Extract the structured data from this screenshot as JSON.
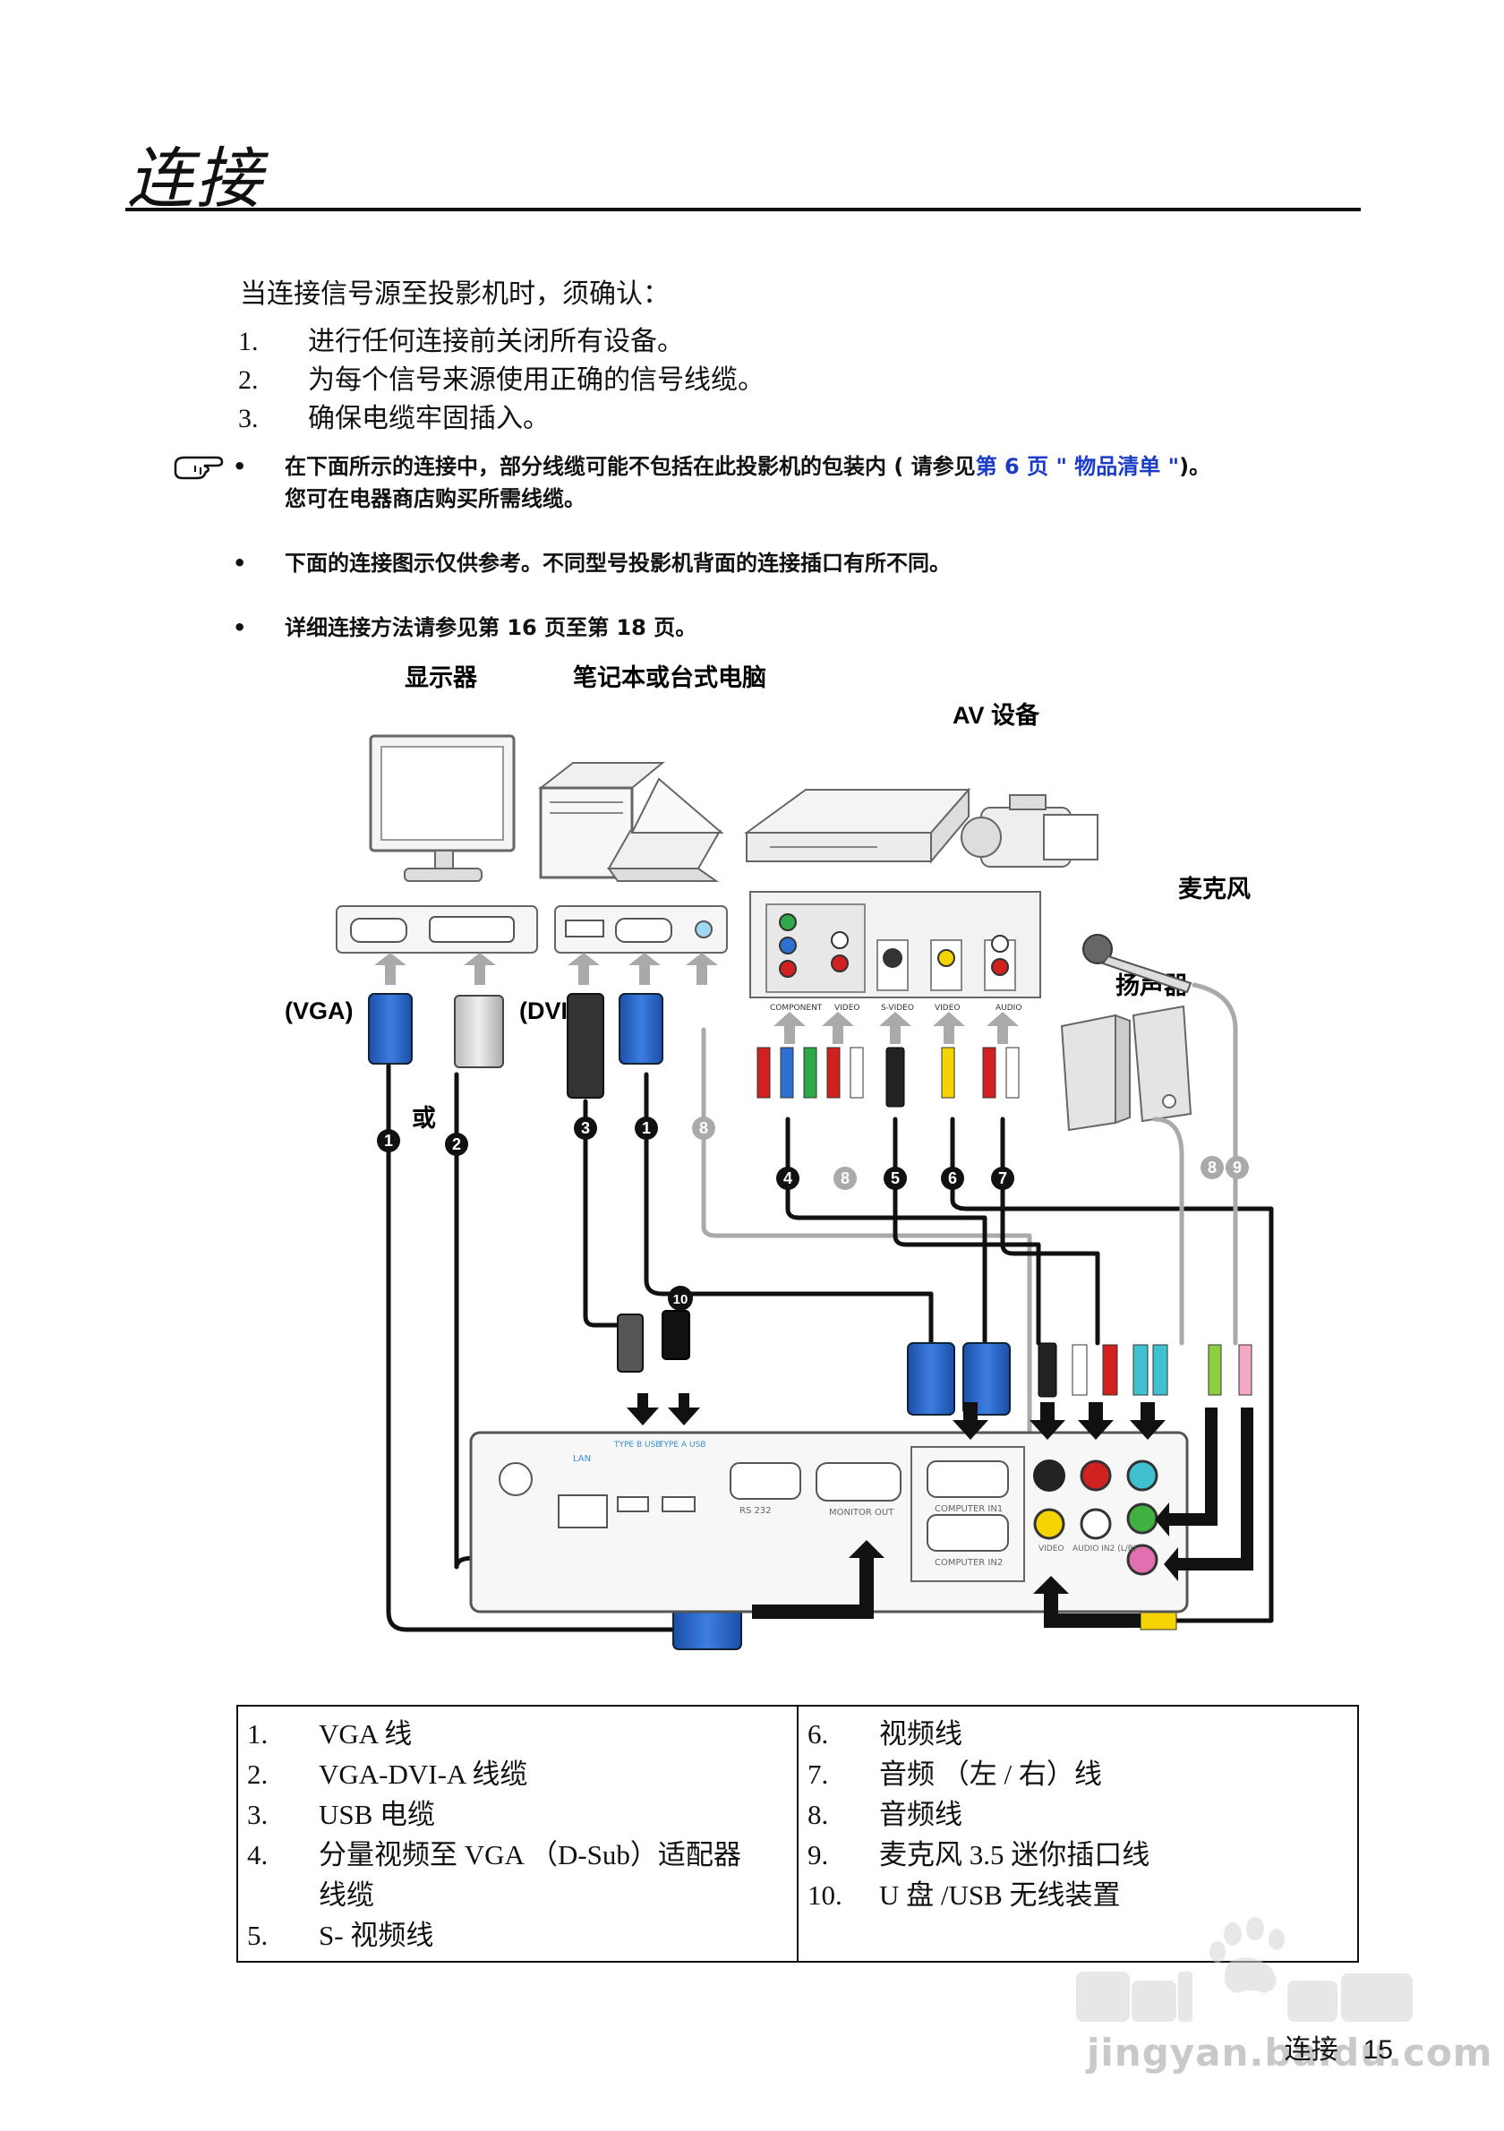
{
  "title": "连接",
  "intro": "当连接信号源至投影机时，须确认：",
  "steps": [
    {
      "num": "1.",
      "text": "进行任何连接前关闭所有设备。"
    },
    {
      "num": "2.",
      "text": "为每个信号来源使用正确的信号线缆。"
    },
    {
      "num": "3.",
      "text": "确保电缆牢固插入。"
    }
  ],
  "notes": {
    "bullet": "•",
    "n1_a": "在下面所示的连接中，部分线缆可能不包括在此投影机的包装内 ( 请参见",
    "n1_link": "第 6 页 \" 物品清单 \"",
    "n1_b": ")。",
    "n1_c": "您可在电器商店购买所需线缆。",
    "n2": "下面的连接图示仅供参考。不同型号投影机背面的连接插口有所不同。",
    "n3": "详细连接方法请参见第 16 页至第 18 页。"
  },
  "diagram": {
    "monitor": "显示器",
    "computer": "笔记本或台式电脑",
    "av": "AV 设备",
    "mic": "麦克风",
    "speaker": "扬声器",
    "vga": "(VGA)",
    "dvi": "(DVI)",
    "or": "或",
    "port_component": "COMPONENT",
    "port_video": "VIDEO",
    "port_svideo": "S-VIDEO",
    "port_audio": "AUDIO",
    "proj_lan": "LAN",
    "proj_usb_b": "TYPE B USB",
    "proj_usb_a": "TYPE A USB",
    "proj_rs232": "RS 232",
    "proj_monitor_out": "MONITOR OUT",
    "proj_computer_in1": "COMPUTER IN1",
    "proj_computer_in2": "COMPUTER IN2",
    "proj_video": "VIDEO",
    "proj_audio_in2": "AUDIO IN2 (L/R)",
    "badge_1": "1",
    "badge_2": "2",
    "badge_3": "3",
    "badge_4": "4",
    "badge_5": "5",
    "badge_6": "6",
    "badge_7": "7",
    "badge_8": "8",
    "badge_9": "9",
    "badge_10": "10"
  },
  "legend": {
    "left": [
      {
        "num": "1.",
        "text": "VGA 线"
      },
      {
        "num": "2.",
        "text": "VGA-DVI-A 线缆"
      },
      {
        "num": "3.",
        "text": "USB 电缆"
      },
      {
        "num": "4.",
        "text": "分量视频至 VGA （D-Sub）适配器"
      },
      {
        "num": "",
        "text": "线缆"
      },
      {
        "num": "5.",
        "text": "S- 视频线"
      }
    ],
    "right": [
      {
        "num": "6.",
        "text": "视频线"
      },
      {
        "num": "7.",
        "text": "音频 （左 / 右）线"
      },
      {
        "num": "8.",
        "text": "音频线"
      },
      {
        "num": "9.",
        "text": "麦克风 3.5 迷你插口线"
      },
      {
        "num": "10.",
        "text": "U 盘 /USB 无线装置"
      }
    ]
  },
  "footer": {
    "section": "连接",
    "page": "15"
  },
  "watermark": "jingyan.baidu.com"
}
